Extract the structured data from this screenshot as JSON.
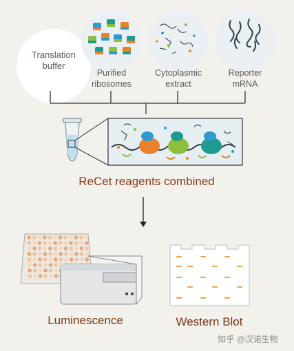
{
  "inputs": {
    "translation_buffer": "Translation\nbuffer",
    "purified_ribosomes": "Purified\nribosomes",
    "cytoplasmic_extract": "Cytoplasmic\nextract",
    "reporter_mrna": "Reporter\nmRNA"
  },
  "combined_label": "ReCet reagents combined",
  "outputs": {
    "luminescence": "Luminescence",
    "western_blot": "Western Blot"
  },
  "watermark": "知乎 @汉诺生物",
  "colors": {
    "orange": "#e8812a",
    "green": "#8cbf3f",
    "blue": "#2e9ad0",
    "teal": "#1f9a8e",
    "dark_text": "#8a3a18"
  }
}
